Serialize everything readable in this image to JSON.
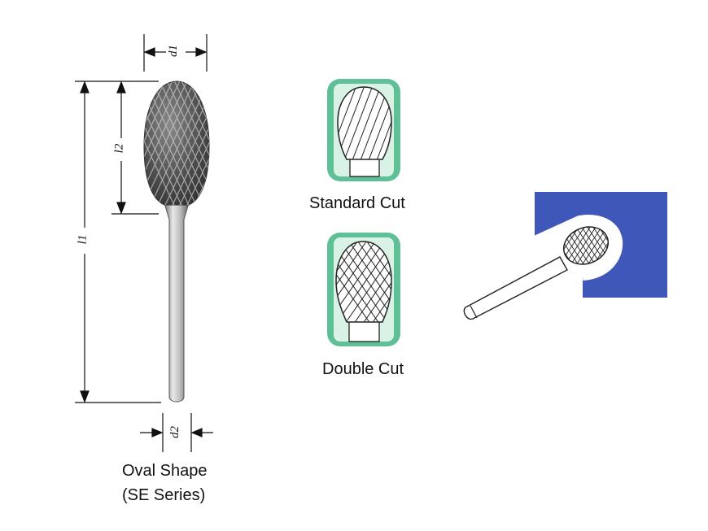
{
  "dimensions": {
    "d1": "d1",
    "d2": "d2",
    "l1": "l1",
    "l2": "l2"
  },
  "captions": {
    "standard_cut": "Standard Cut",
    "double_cut": "Double Cut",
    "shape_line1": "Oval Shape",
    "shape_line2": "(SE Series)"
  },
  "colors": {
    "badge_green": "#5fbf96",
    "badge_inner": "#d9f2e6",
    "workpiece_blue": "#3f57b8",
    "burr_dark": "#4a4a4a",
    "shank_silver": "#b9b9b9"
  },
  "icons": {
    "standard_cut": "single-helix-cut-icon",
    "double_cut": "cross-hatch-cut-icon",
    "usage": "burr-in-workpiece-icon"
  }
}
